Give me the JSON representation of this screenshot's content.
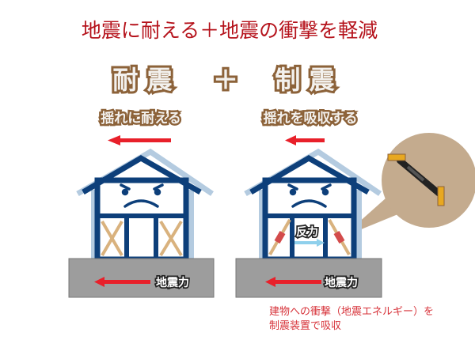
{
  "title": "地震に耐える＋地震の衝撃を軽減",
  "heading": {
    "left": "耐 震",
    "plus": "＋",
    "right": "制 震"
  },
  "left_panel": {
    "subtitle": "揺れに耐える",
    "ground_label": "地震力"
  },
  "right_panel": {
    "subtitle": "揺れを吸収する",
    "ground_label": "地震力",
    "reaction_label": "反力"
  },
  "caption": {
    "line1": "建物への衝撃（地震エネルギー）を",
    "line2": "制震装置で吸収"
  },
  "colors": {
    "title": "#b5121b",
    "frame": "#0d3f7a",
    "backframe": "#b4cbe0",
    "arrow": "#e8202a",
    "ground": "#9d9d9d",
    "callout": "#c4ab8e",
    "brace": "#d9b27e",
    "damper": "#d34b4b"
  }
}
